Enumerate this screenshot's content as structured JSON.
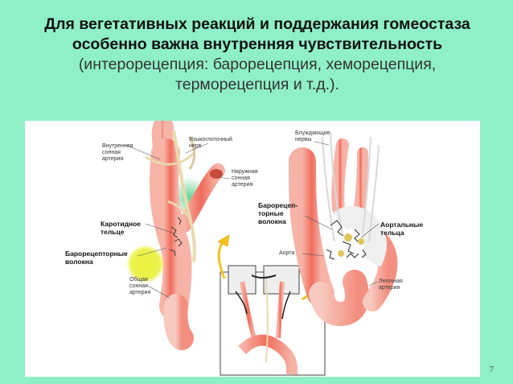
{
  "slide": {
    "title_bold": "Для вегетативных реакций и поддержания гомеостаза особенно важна внутренняя чувствительность",
    "title_normal": " (интерорецепция: барорецепция, хеморецепция, терморецепция и т.д.).",
    "page_number": "7"
  },
  "figure": {
    "labels": {
      "inner_carotid": "Внутренняя\nсонная\nартерия",
      "glossopharyngeal": "Языкоглоточный\nнерв",
      "outer_carotid": "Наружная\nсонная\nартерия",
      "carotid_body": "Каротидное\nтельце",
      "baroreceptor_fibers_left": "Барорецепторные\nволокна",
      "common_carotid": "Общая\nсонная\nартерия",
      "vagus": "Блуждающие\nнервы",
      "baroreceptor_fibers_right": "Барорецеп-\nторные\nволокна",
      "aortic_bodies": "Аортальные\nтельца",
      "aorta": "Аорта",
      "pulmonary_artery": "Легочная\nартерия"
    },
    "colors": {
      "artery": "#f07a6a",
      "nerve": "#e8d9b0",
      "highlight_green": "#6fd39a",
      "highlight_yellow": "#e9ef3a",
      "arrow": "#f2c21e"
    }
  }
}
